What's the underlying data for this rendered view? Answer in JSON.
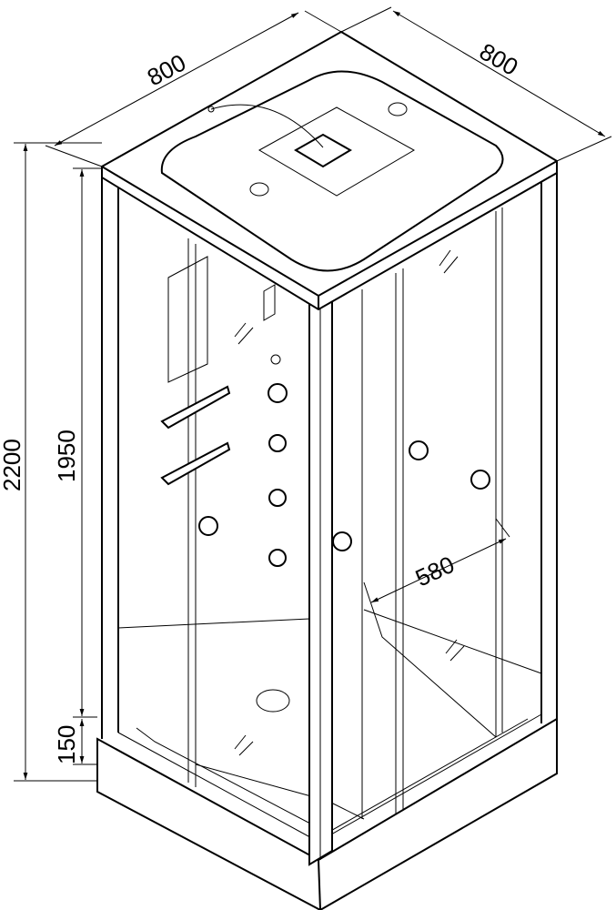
{
  "dimensions": {
    "width_left": "800",
    "width_right": "800",
    "total_height": "2200",
    "cabin_height": "1950",
    "tray_height": "150",
    "door_opening": "580"
  }
}
